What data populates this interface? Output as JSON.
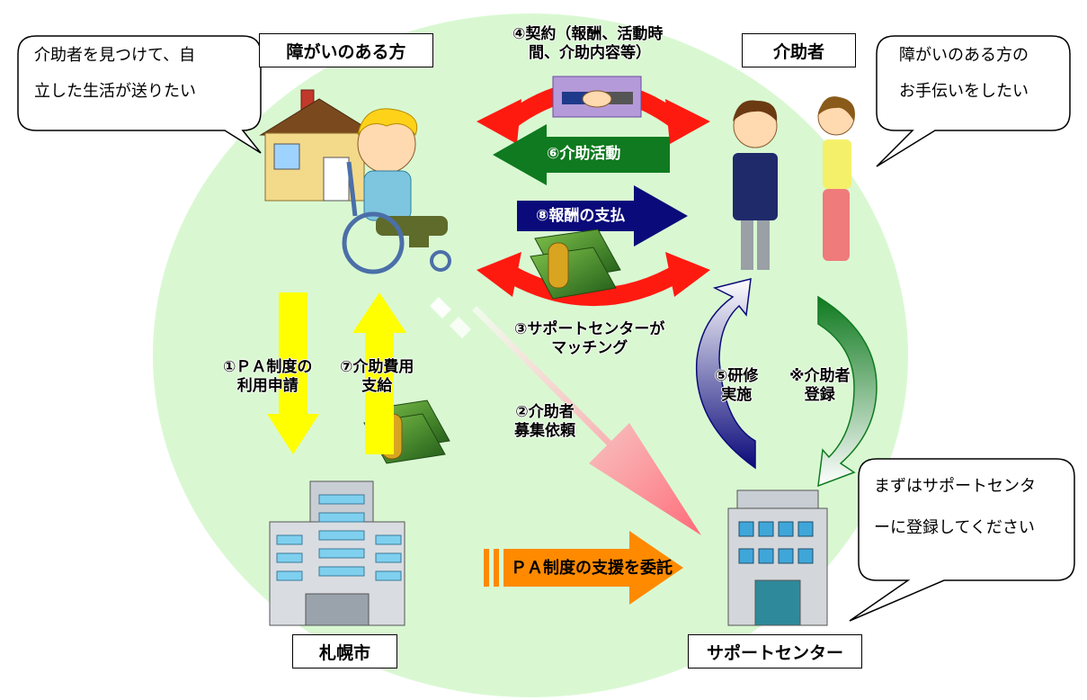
{
  "actors": {
    "person": "障がいのある方",
    "helper": "介助者",
    "city": "札幌市",
    "center": "サポートセンター"
  },
  "speech": {
    "person": [
      "介助者を見つけて、自",
      "立した生活が送りたい"
    ],
    "helper": [
      "障がいのある方の",
      "お手伝いをしたい"
    ],
    "center": [
      "まずはサポートセンタ",
      "ーに登録してください"
    ]
  },
  "steps": {
    "s1": [
      "①ＰＡ制度の",
      "利用申請"
    ],
    "s2": [
      "②介助者",
      "募集依頼"
    ],
    "s3": [
      "③サポートセンターが",
      "マッチング"
    ],
    "s4": [
      "④契約（報酬、活動時",
      "間、介助内容等）"
    ],
    "s5": [
      "⑤研修",
      "実施"
    ],
    "s6": "⑥介助活動",
    "s7": [
      "⑦介助費用",
      "支給"
    ],
    "s8": "⑧報酬の支払",
    "register": [
      "※介助者",
      "登録"
    ],
    "delegate": "ＰＡ制度の支援を委託"
  },
  "colors": {
    "background_circle": "#d9f8d2",
    "red_arrow": "#ff1a10",
    "green_arrow": "#0f7a1f",
    "navy_arrow": "#0b0a7a",
    "yellow_arrow": "#ffff00",
    "orange_arrow": "#ff8a00",
    "pink_arrow": "#ff6a78"
  }
}
